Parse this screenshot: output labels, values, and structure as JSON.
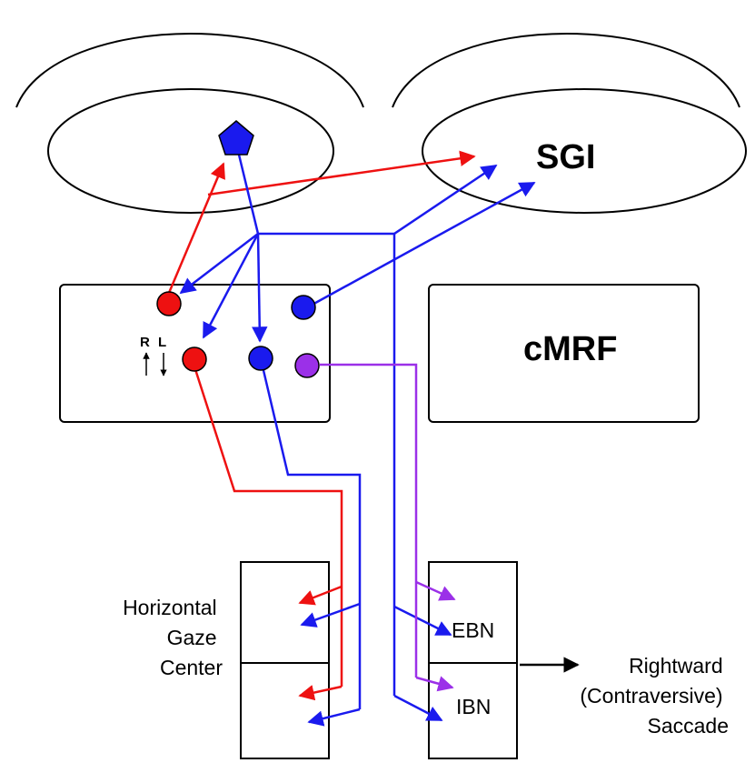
{
  "labels": {
    "sgi": "SGI",
    "cmrf": "cMRF",
    "r": "R",
    "l": "L",
    "hgc_line1": "Horizontal",
    "hgc_line2": "Gaze",
    "hgc_line3": "Center",
    "ebn": "EBN",
    "ibn": "IBN",
    "output_line1": "Rightward",
    "output_line2": "(Contraversive)",
    "output_line3": "Saccade"
  },
  "colors": {
    "red": "#ee1111",
    "blue": "#1a1aee",
    "purple": "#9b30e8",
    "black": "#000000"
  },
  "icons": {
    "neuron_soma": "pentagon",
    "neurons": "circles"
  }
}
